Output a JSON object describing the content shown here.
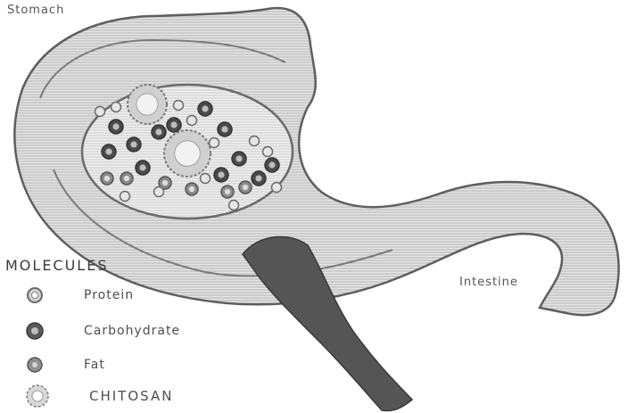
{
  "labels": {
    "organ": "Stomach",
    "intestine": "Intestine"
  },
  "legend": {
    "title": "MOLECULES",
    "items": [
      {
        "label": "Protein",
        "symbol": "protein-icon"
      },
      {
        "label": "Carbohydrate",
        "symbol": "carbohydrate-icon"
      },
      {
        "label": "Fat",
        "symbol": "fat-icon"
      },
      {
        "label": "CHITOSAN",
        "symbol": "chitosan-icon"
      }
    ]
  },
  "colors": {
    "organ_fill": "#d6d6d6",
    "organ_outline": "#6e6e6e",
    "lumen_fill": "#ffffff",
    "esophagus_fill": "#555555",
    "molecule_dark": "#4a4a4a",
    "molecule_mid": "#8a8a8a",
    "molecule_light": "#bdbdbd"
  }
}
